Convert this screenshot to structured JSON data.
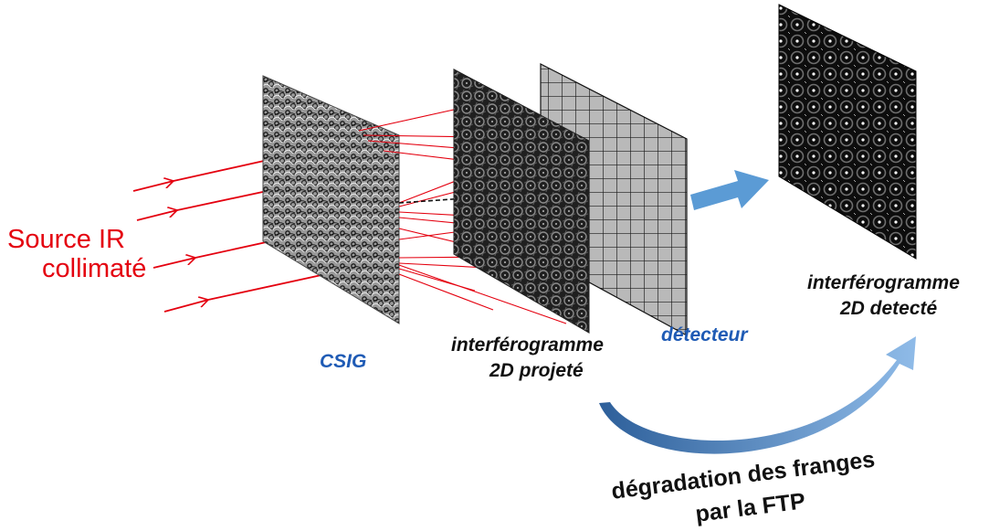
{
  "labels": {
    "source_line1": "Source IR",
    "source_line2": "collimaté",
    "csig": "CSIG",
    "projected_line1": "interférogramme",
    "projected_line2": "2D projeté",
    "detector": "détecteur",
    "detected_line1": "interférogramme",
    "detected_line2": "2D detecté",
    "degradation_line1": "dégradation des franges",
    "degradation_line2": "par la FTP"
  },
  "colors": {
    "source_rays": "#e4000f",
    "blue_text": "#1f5bb5",
    "blue_arrow": "#4f8fd1"
  },
  "icons": [
    "ray-arrow",
    "block-arrow-icon",
    "curved-arrow-icon"
  ]
}
